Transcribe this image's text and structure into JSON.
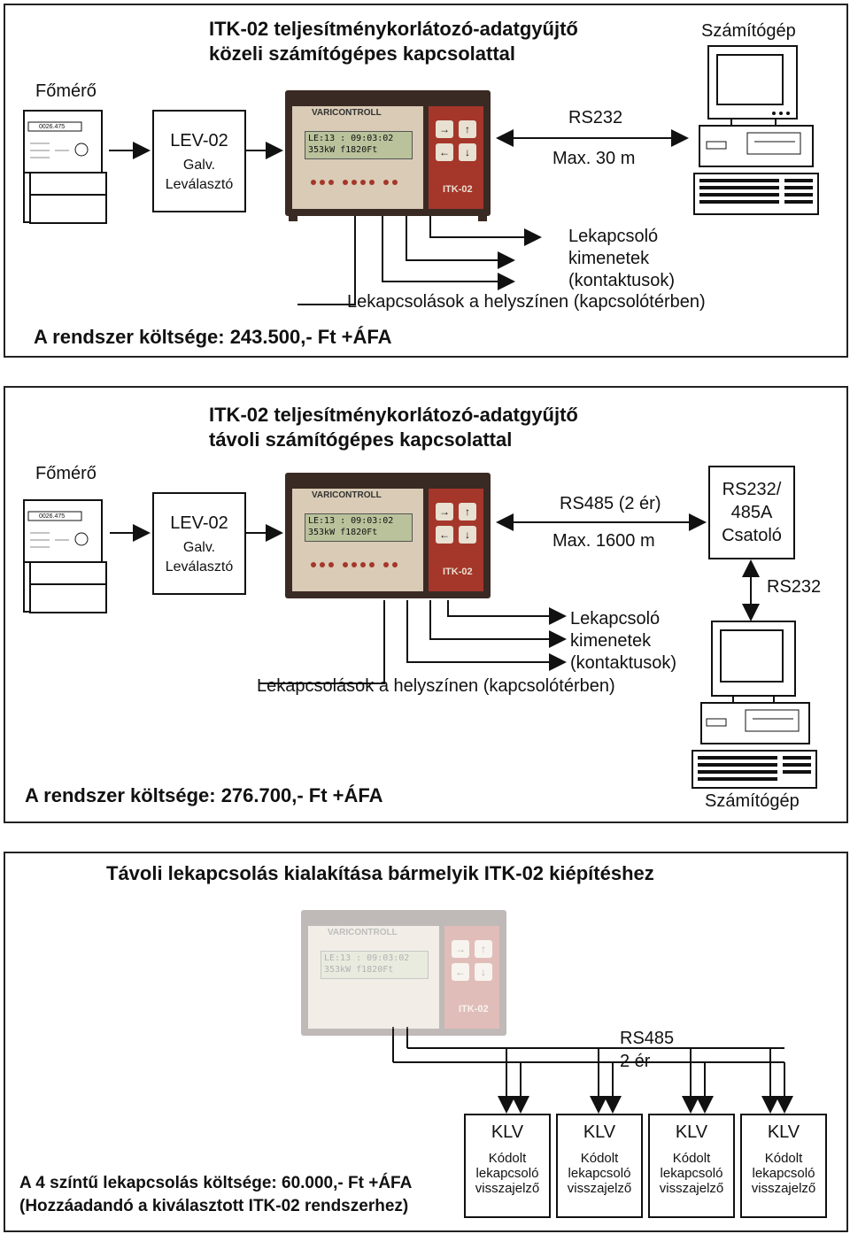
{
  "panel1": {
    "title_line1": "ITK-02 teljesítménykorlátozó-adatgyűjtő",
    "title_line2": "közeli számítógépes kapcsolattal",
    "meter_label": "Főmérő",
    "meter_reading": "0026.475",
    "lev_title": "LEV-02",
    "lev_sub1": "Galv.",
    "lev_sub2": "Leválasztó",
    "computer_label": "Számítógép",
    "link_label": "RS232",
    "link_distance": "Max. 30 m",
    "out_line1": "Lekapcsoló",
    "out_line2": "kimenetek",
    "out_line3": "(kontaktusok)",
    "site_label": "Lekapcsolások a helyszínen (kapcsolótérben)",
    "cost": "A rendszer költsége: 243.500,- Ft +ÁFA"
  },
  "panel2": {
    "title_line1": "ITK-02 teljesítménykorlátozó-adatgyűjtő",
    "title_line2": "távoli számítógépes kapcsolattal",
    "meter_label": "Főmérő",
    "meter_reading": "0026.475",
    "lev_title": "LEV-02",
    "lev_sub1": "Galv.",
    "lev_sub2": "Leválasztó",
    "link_label": "RS485 (2 ér)",
    "link_distance": "Max. 1600 m",
    "coupler_line1": "RS232/",
    "coupler_line2": "485A",
    "coupler_line3": "Csatoló",
    "pc_link_label": "RS232",
    "out_line1": "Lekapcsoló",
    "out_line2": "kimenetek",
    "out_line3": "(kontaktusok)",
    "site_label": "Lekapcsolások a helyszínen (kapcsolótérben)",
    "cost": "A rendszer költsége: 276.700,- Ft +ÁFA",
    "computer_label": "Számítógép"
  },
  "panel3": {
    "title": "Távoli lekapcsolás kialakítása bármelyik ITK-02 kiépítéshez",
    "bus_line1": "RS485",
    "bus_line2": "2 ér",
    "cost_line1": "A 4 színtű lekapcsolás költsége: 60.000,- Ft +ÁFA",
    "cost_line2": "(Hozzáadandó a kiválasztott ITK-02 rendszerhez)",
    "klv_units": [
      {
        "title": "KLV",
        "line1": "Kódolt",
        "line2": "lekapcsoló",
        "line3": "visszajelző"
      },
      {
        "title": "KLV",
        "line1": "Kódolt",
        "line2": "lekapcsoló",
        "line3": "visszajelző"
      },
      {
        "title": "KLV",
        "line1": "Kódolt",
        "line2": "lekapcsoló",
        "line3": "visszajelző"
      },
      {
        "title": "KLV",
        "line1": "Kódolt",
        "line2": "lekapcsoló",
        "line3": "visszajelző"
      }
    ]
  },
  "device": {
    "brand": "VARICONTROLL",
    "model": "ITK-02",
    "lcd_line1": "LE:13 : 09:03:02",
    "lcd_line2": "353kW  f1820Ft"
  },
  "colors": {
    "device_body": "#3a2a24",
    "device_panel": "#a5362a",
    "device_face": "#d9cbb5",
    "lcd": "#b9c29b"
  }
}
